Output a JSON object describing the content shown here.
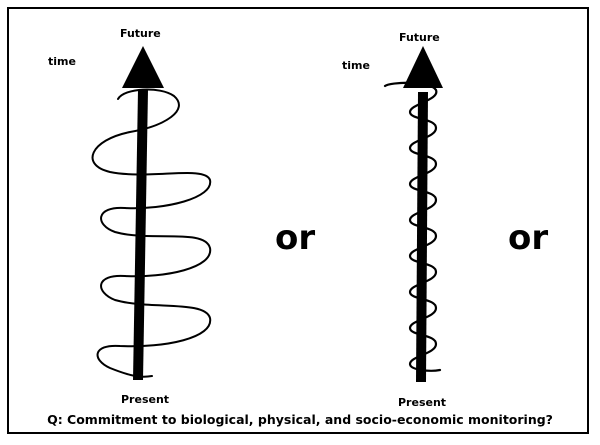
{
  "left_diagram": {
    "top_label": "Future",
    "side_label": "time",
    "bottom_label": "Present"
  },
  "middle_connector": "or",
  "right_diagram": {
    "top_label": "Future",
    "side_label": "time",
    "bottom_label": "Present"
  },
  "right_connector": "or",
  "question": "Q: Commitment to biological, physical, and socio-economic monitoring?",
  "colors": {
    "ink": "#000000",
    "background": "#ffffff"
  }
}
